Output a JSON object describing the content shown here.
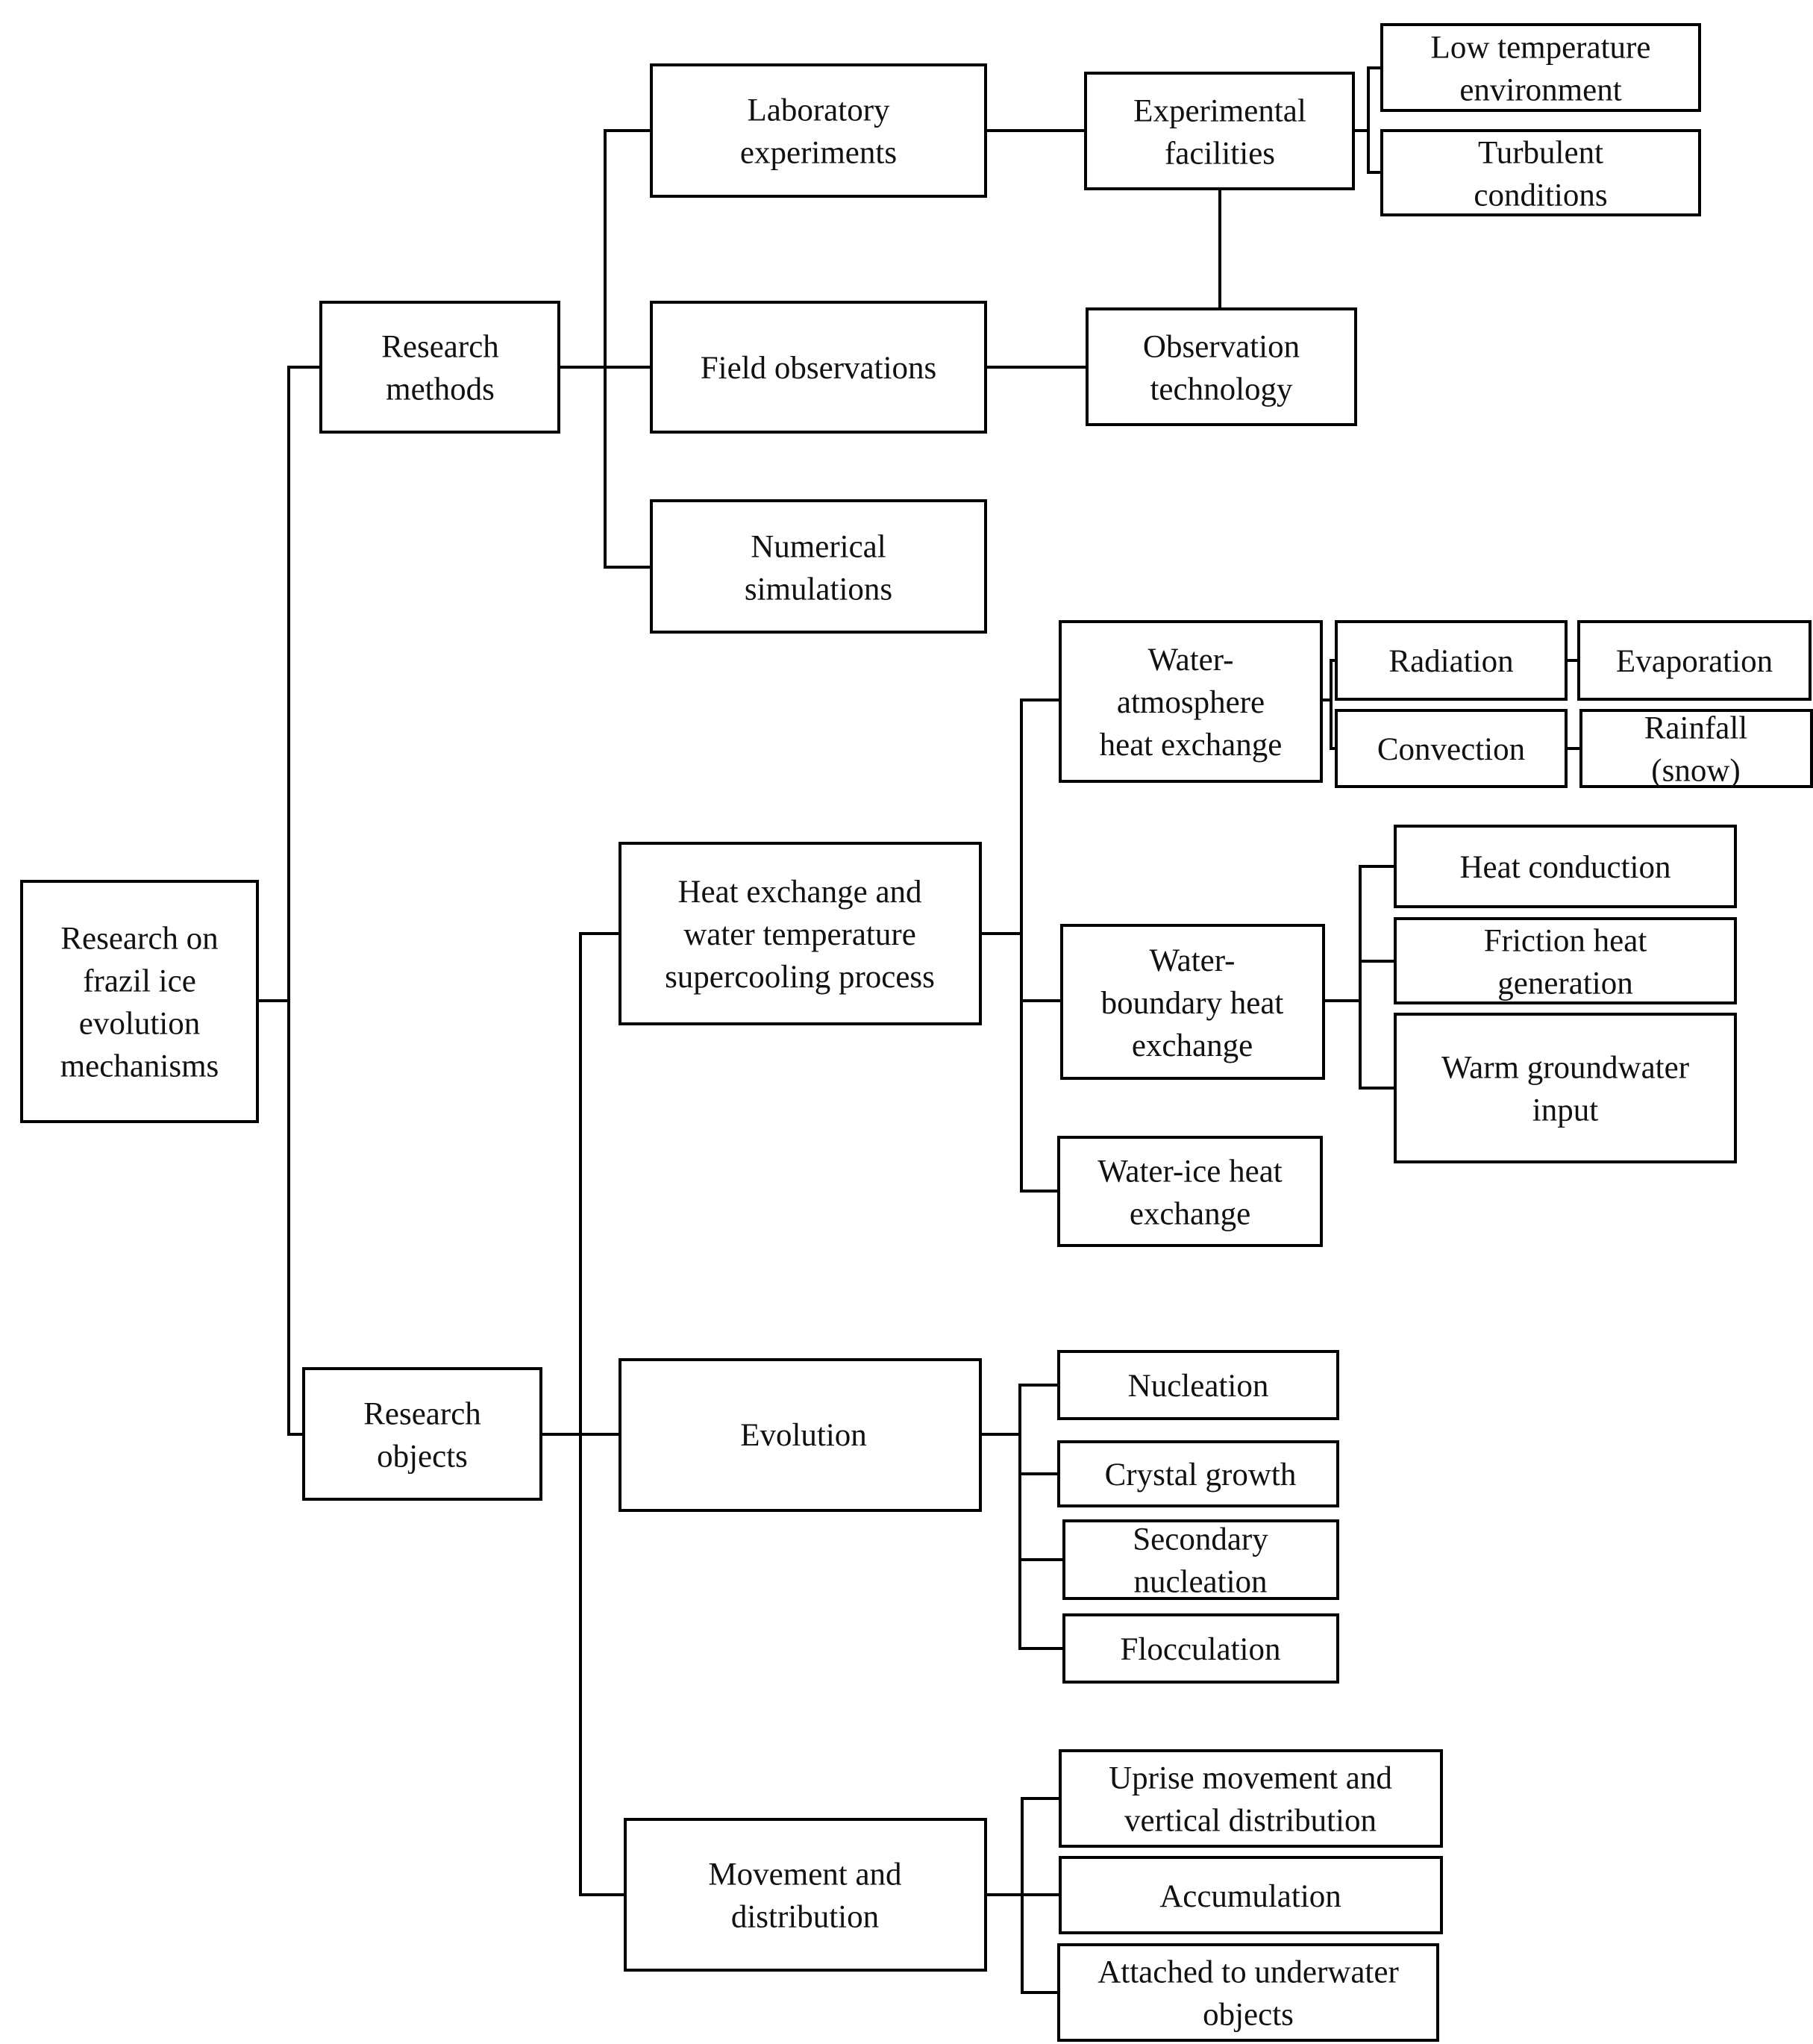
{
  "nodes": {
    "root": [
      "Research on",
      "frazil ice",
      "evolution",
      "mechanisms"
    ],
    "methods": [
      "Research",
      "methods"
    ],
    "objects": [
      "Research",
      "objects"
    ],
    "lab": [
      "Laboratory",
      "experiments"
    ],
    "field": [
      "Field observations"
    ],
    "numerical": [
      "Numerical",
      "simulations"
    ],
    "facilities": [
      "Experimental",
      "facilities"
    ],
    "lowtemp": [
      "Low temperature",
      "environment"
    ],
    "turbulent": [
      "Turbulent",
      "conditions"
    ],
    "obstech": [
      "Observation",
      "technology"
    ],
    "heatex": [
      "Heat exchange and",
      "water temperature",
      "supercooling process"
    ],
    "evolution": [
      "Evolution"
    ],
    "movement": [
      "Movement and",
      "distribution"
    ],
    "wa": [
      "Water-",
      "atmosphere",
      "heat exchange"
    ],
    "radiation": [
      "Radiation"
    ],
    "evaporation": [
      "Evaporation"
    ],
    "convection": [
      "Convection"
    ],
    "rainfall": [
      "Rainfall",
      "(snow)"
    ],
    "wb": [
      "Water-",
      "boundary heat",
      "exchange"
    ],
    "heatcond": [
      "Heat conduction"
    ],
    "friction": [
      "Friction heat",
      "generation"
    ],
    "groundwater": [
      "Warm groundwater",
      "input"
    ],
    "wi": [
      "Water-ice heat",
      "exchange"
    ],
    "nucleation": [
      "Nucleation"
    ],
    "crystal": [
      "Crystal growth"
    ],
    "secondary": [
      "Secondary",
      "nucleation"
    ],
    "flocculation": [
      "Flocculation"
    ],
    "uprise": [
      "Uprise movement and",
      "vertical distribution"
    ],
    "accumulation": [
      "Accumulation"
    ],
    "attached": [
      "Attached to underwater",
      "objects"
    ]
  }
}
